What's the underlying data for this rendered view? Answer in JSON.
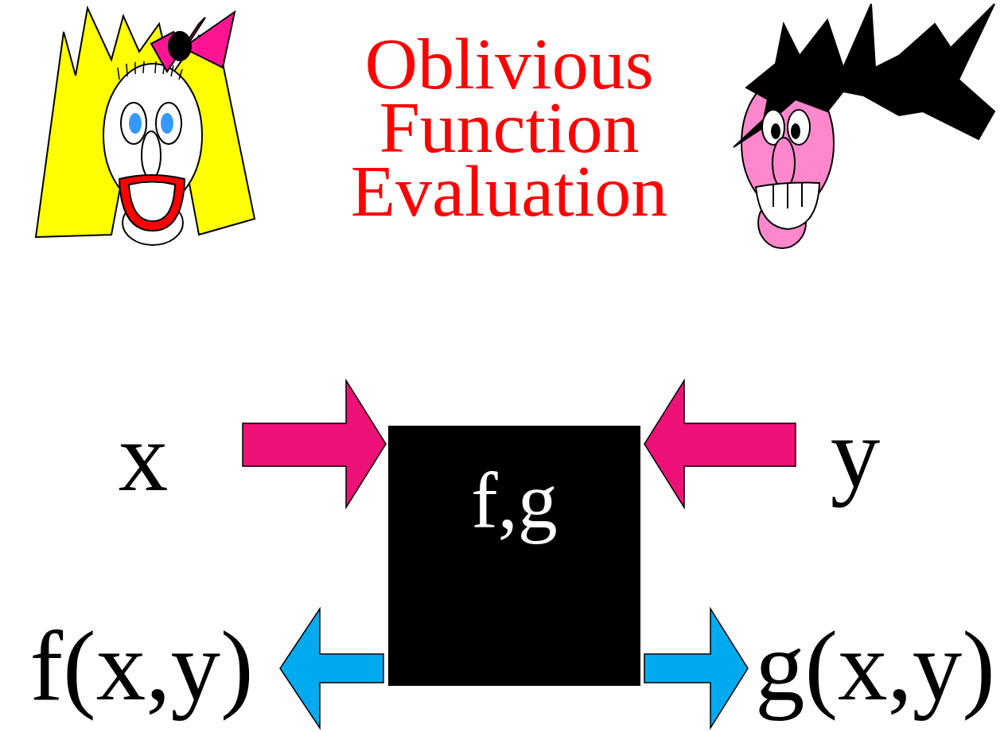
{
  "diagram": {
    "title": "Oblivious Function Evaluation",
    "nodes": [
      {
        "text": [
          "f,g"
        ]
      }
    ],
    "labels": [
      "x",
      "y",
      "f(x,y)",
      "g(x,y)"
    ]
  }
}
